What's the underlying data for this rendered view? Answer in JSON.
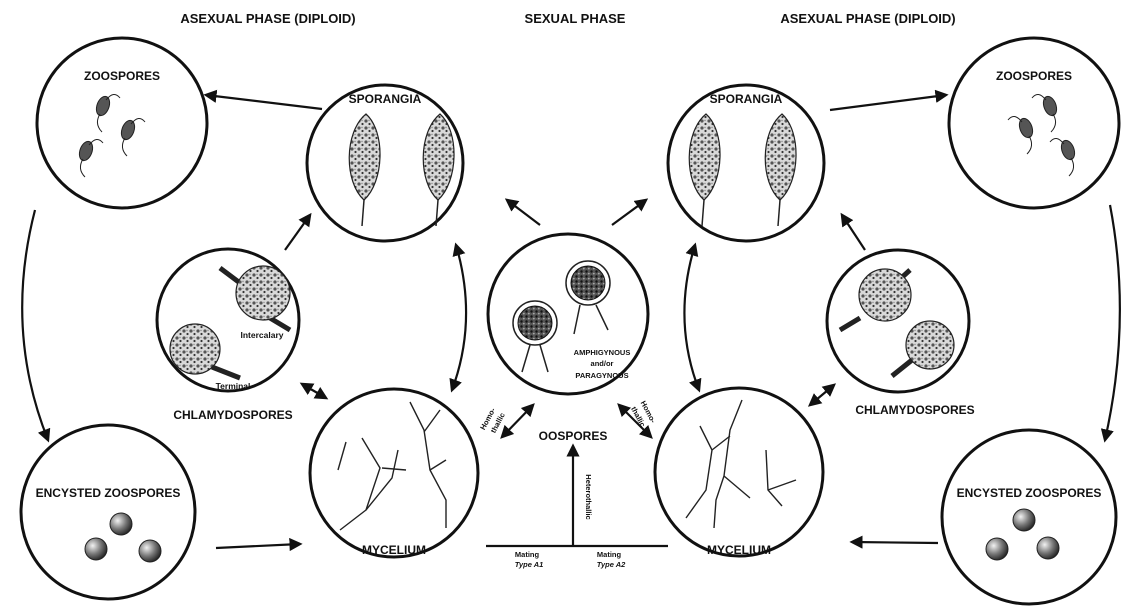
{
  "headers": {
    "left": "ASEXUAL PHASE (DIPLOID)",
    "center": "SEXUAL PHASE",
    "right": "ASEXUAL PHASE (DIPLOID)"
  },
  "labels": {
    "zoospores_left": "ZOOSPORES",
    "zoospores_right": "ZOOSPORES",
    "sporangia_left": "SPORANGIA",
    "sporangia_right": "SPORANGIA",
    "chlamydospores_left": "CHLAMYDOSPORES",
    "chlamydospores_right": "CHLAMYDOSPORES",
    "intercalary": "Intercalary",
    "terminal": "Terminal",
    "encysted_left": "ENCYSTED ZOOSPORES",
    "encysted_right": "ENCYSTED ZOOSPORES",
    "mycelium_left": "MYCELIUM",
    "mycelium_right": "MYCELIUM",
    "oospores": "OOSPORES",
    "amphigynous": "AMPHIGYNOUS",
    "and_or": "and/or",
    "paragynous": "PARAGYNOUS",
    "homothallic_left_1": "Homo-",
    "homothallic_left_2": "thallic",
    "homothallic_right_1": "Homo-",
    "homothallic_right_2": "thallic",
    "heterothallic": "Heterothallic",
    "mating_a1_1": "Mating",
    "mating_a1_2": "Type A1",
    "mating_a2_1": "Mating",
    "mating_a2_2": "Type A2"
  }
}
